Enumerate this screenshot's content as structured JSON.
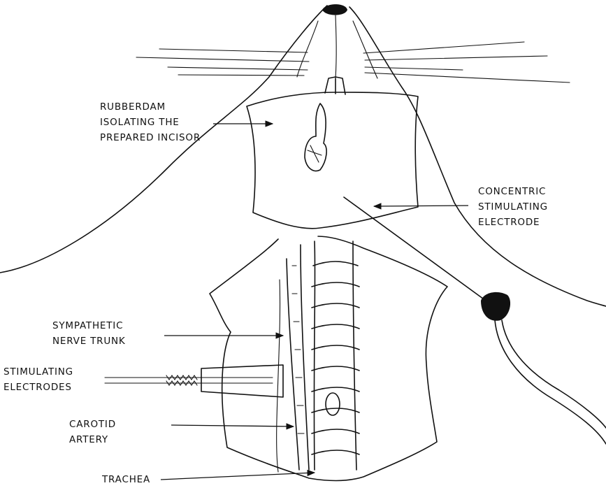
{
  "labels": {
    "rubberdam": [
      "RUBBERDAM",
      "ISOLATING THE",
      "PREPARED INCISOR"
    ],
    "concentric": [
      "CONCENTRIC",
      "STIMULATING",
      "ELECTRODE"
    ],
    "sympathetic": [
      "SYMPATHETIC",
      "NERVE TRUNK"
    ],
    "stimulating": [
      "STIMULATING",
      "ELECTRODES"
    ],
    "carotid": [
      "CAROTID",
      "ARTERY"
    ],
    "trachea": [
      "TRACHEA"
    ]
  },
  "colors": {
    "ink": "#111111",
    "background": "#ffffff"
  }
}
